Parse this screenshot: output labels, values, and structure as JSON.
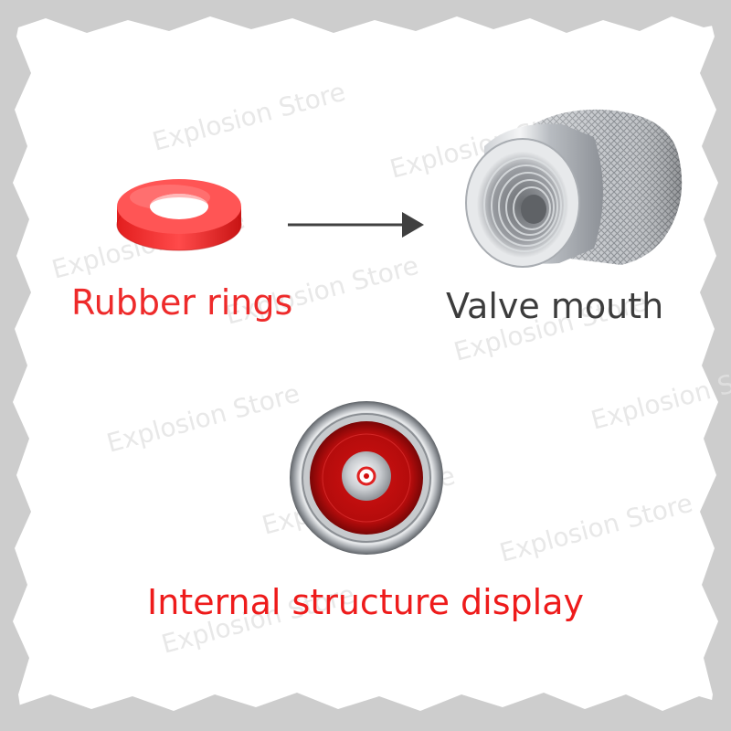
{
  "labels": {
    "rubber_rings": "Rubber rings",
    "valve_mouth": "Valve mouth",
    "internal_structure": "Internal structure display"
  },
  "watermark": "Explosion Store",
  "colors": {
    "label_red": "#ee2a2a",
    "label_dark": "#3c3c3c",
    "rubber_ring": "#f23a3a",
    "arrow": "#404040",
    "frame_gray": "#c8c8c8"
  },
  "icons": {
    "arrow": "arrow-right-icon",
    "ring": "rubber-ring-icon",
    "cap": "valve-cap-icon",
    "inner": "valve-inner-view-icon"
  }
}
